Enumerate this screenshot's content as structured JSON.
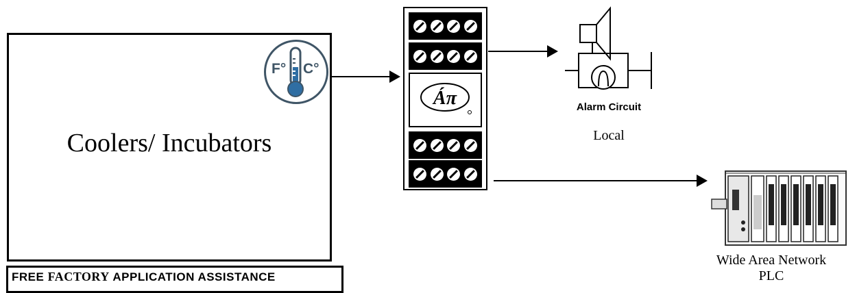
{
  "cooler": {
    "label": "Coolers/ Incubators"
  },
  "thermometer": {
    "icon": "thermometer-icon",
    "unit_f": "F°",
    "unit_c": "C°",
    "color": "#3f5566",
    "bulb_color": "#2f6ea3"
  },
  "module": {
    "logo_text": "Áπ",
    "logo_icon": "api-logo-icon",
    "top_strips": 2,
    "bottom_strips": 2
  },
  "alarm": {
    "label": "Alarm Circuit",
    "scope": "Local",
    "icon": "horn-icon"
  },
  "network": {
    "line1": "Wide Area Network",
    "line2": "PLC",
    "icon": "plc-rack-icon"
  },
  "banner": {
    "word1": "FREE",
    "word2": "FACTORY",
    "word3": "APPLICATION ASSISTANCE"
  }
}
